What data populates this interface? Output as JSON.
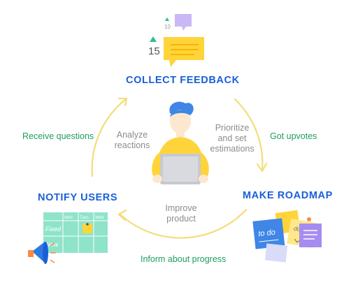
{
  "stages": {
    "collect": "COLLECT FEEDBACK",
    "roadmap": "MAKE ROADMAP",
    "notify": "NOTIFY USERS"
  },
  "outer_labels": {
    "got_upvotes": "Got upvotes",
    "inform": "Inform about progress",
    "receive": "Receive questions"
  },
  "inner_labels": {
    "prioritize": [
      "Prioritize",
      "and set",
      "estimations"
    ],
    "improve": [
      "Improve",
      "product"
    ],
    "analyze": [
      "Analyze",
      "reactions"
    ]
  },
  "feedback_icon": {
    "small_count": "10",
    "large_count": "15"
  },
  "board": {
    "headers": [
      "Mon",
      "Tues",
      "Wed"
    ],
    "rows": [
      "Fixed",
      "New"
    ]
  },
  "notes": {
    "todo": "to do",
    "done": "done"
  },
  "colors": {
    "title_blue": "#1a5fd8",
    "green_text": "#1f9e5e",
    "grey_text": "#8c8c8c",
    "arrow_yellow": "#f3dd7a",
    "accent_yellow": "#ffd43a",
    "hair_blue": "#3f86e6",
    "board_green": "#8fe3c9",
    "bubble_purple": "#c9b8f5"
  }
}
